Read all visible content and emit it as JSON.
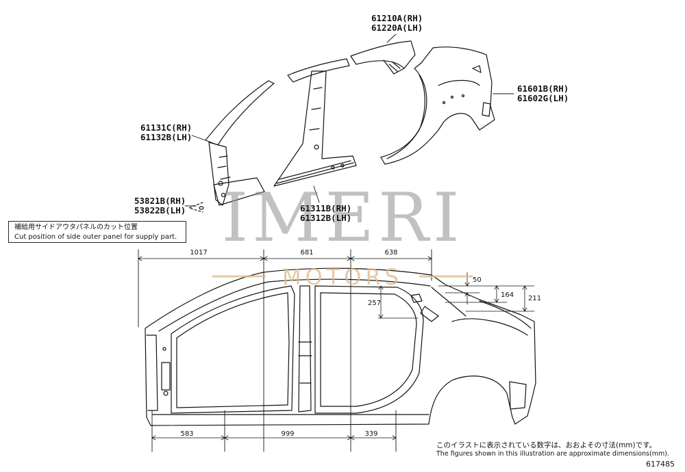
{
  "parts": {
    "roof_rail_rh": "61210A(RH)",
    "roof_rail_lh": "61220A(LH)",
    "quarter_rh": "61601B(RH)",
    "quarter_lh": "61602G(LH)",
    "front_pillar_rh": "61131C(RH)",
    "front_pillar_lh": "61132B(LH)",
    "plug_rh": "53821B(RH)",
    "plug_lh": "53822B(LH)",
    "center_pillar_rh": "61311B(RH)",
    "center_pillar_lh": "61312B(LH)"
  },
  "note": {
    "jp": "補給用サイドアウタパネルのカット位置",
    "en": "Cut position of side outer panel for supply part."
  },
  "dimensions": {
    "top_1": "1017",
    "top_2": "681",
    "top_3": "638",
    "v_50": "50",
    "v_164": "164",
    "v_211": "211",
    "v_257": "257",
    "bottom_1": "583",
    "bottom_2": "999",
    "bottom_3": "339"
  },
  "watermark": {
    "main": "IMERI",
    "sub": "MOTORS"
  },
  "footer": {
    "jp": "このイラストに表示されている数字は、おおよその寸法(mm)です。",
    "en": "The figures shown in this illustration are approximate dimensions(mm).",
    "figure_id": "617485"
  },
  "colors": {
    "line": "#111111",
    "watermark_gray": "#8f8f8f",
    "watermark_orange": "#e0b88a"
  }
}
